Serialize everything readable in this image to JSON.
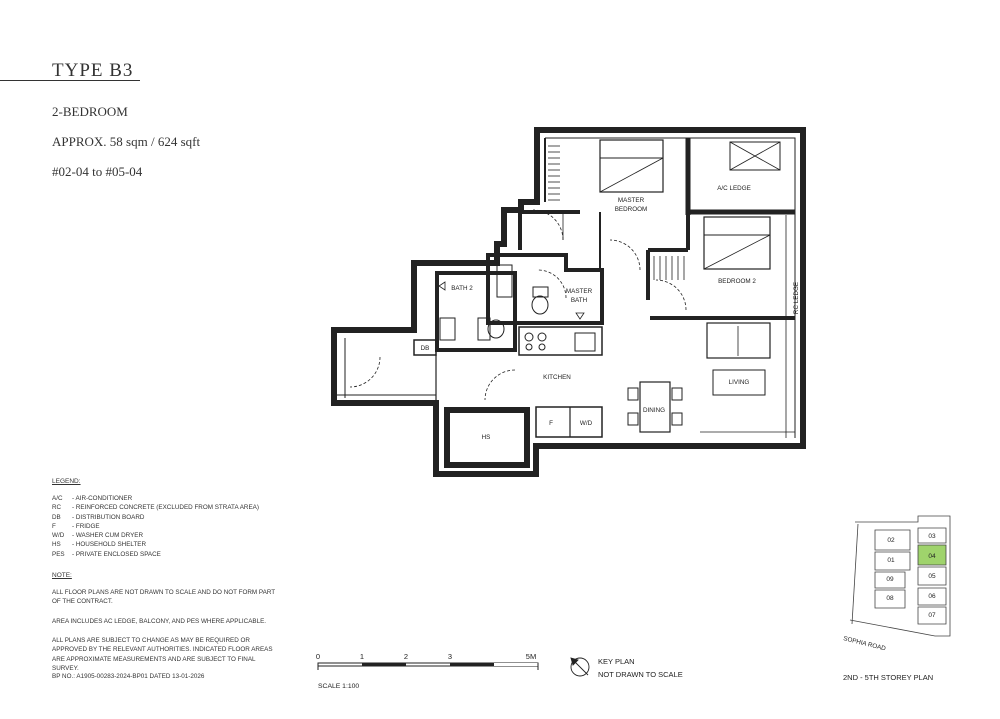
{
  "unit": {
    "type": "TYPE  B3",
    "bedrooms": "2-BEDROOM",
    "area": "APPROX. 58 sqm / 624 sqft",
    "units": "#02-04 to #05-04"
  },
  "rooms": {
    "master_bedroom_1": "MASTER",
    "master_bedroom_2": "BEDROOM",
    "ac_ledge": "A/C LEDGE",
    "bedroom2": "BEDROOM 2",
    "bath2": "BATH 2",
    "master_bath_1": "MASTER",
    "master_bath_2": "BATH",
    "db": "DB",
    "kitchen": "KITCHEN",
    "living": "LIVING",
    "dining": "DINING",
    "hs": "HS",
    "fridge": "F",
    "wd": "W/D",
    "rc_ledge": "RC LEDGE"
  },
  "legend": {
    "title": "LEGEND:",
    "items": [
      {
        "abbr": "A/C",
        "desc": "- AIR-CONDITIONER"
      },
      {
        "abbr": "RC",
        "desc": "- REINFORCED CONCRETE (EXCLUDED FROM STRATA AREA)"
      },
      {
        "abbr": "DB",
        "desc": "- DISTRIBUTION BOARD"
      },
      {
        "abbr": "F",
        "desc": "- FRIDGE"
      },
      {
        "abbr": "W/D",
        "desc": "- WASHER CUM DRYER"
      },
      {
        "abbr": "HS",
        "desc": "- HOUSEHOLD SHELTER"
      },
      {
        "abbr": "PES",
        "desc": "- PRIVATE ENCLOSED SPACE"
      }
    ]
  },
  "notes": {
    "title": "NOTE:",
    "note1": "ALL FLOOR PLANS ARE NOT DRAWN TO SCALE AND DO NOT FORM PART OF THE CONTRACT.",
    "note2": "AREA INCLUDES AC LEDGE, BALCONY, AND PES WHERE APPLICABLE.",
    "note3": "ALL PLANS ARE SUBJECT TO CHANGE AS MAY BE REQUIRED OR APPROVED BY THE RELEVANT AUTHORITIES. INDICATED FLOOR AREAS ARE APPROXIMATE MEASUREMENTS AND ARE SUBJECT TO FINAL SURVEY.",
    "bp": "BP NO.: A1905-00283-2024-BP01 DATED 13-01-2026"
  },
  "scale": {
    "ticks": [
      "0",
      "1",
      "2",
      "3",
      "5M"
    ],
    "label": "SCALE 1:100"
  },
  "keyplan": {
    "title": "KEY PLAN",
    "subtitle": "NOT DRAWN TO SCALE",
    "road": "SOPHIA ROAD",
    "storey": "2ND - 5TH STOREY PLAN",
    "units": [
      "02",
      "01",
      "09",
      "08",
      "03",
      "04",
      "05",
      "06",
      "07"
    ],
    "highlight_color": "#9fd36c"
  }
}
